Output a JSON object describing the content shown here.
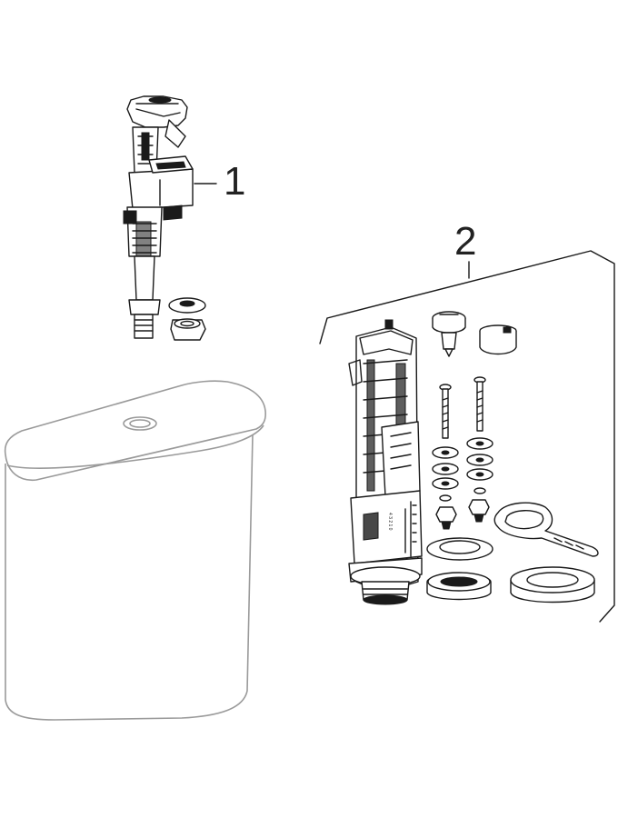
{
  "callouts": [
    {
      "number": "1"
    },
    {
      "number": "2"
    }
  ],
  "valve_scale_digits": "4 3 2 1 0"
}
